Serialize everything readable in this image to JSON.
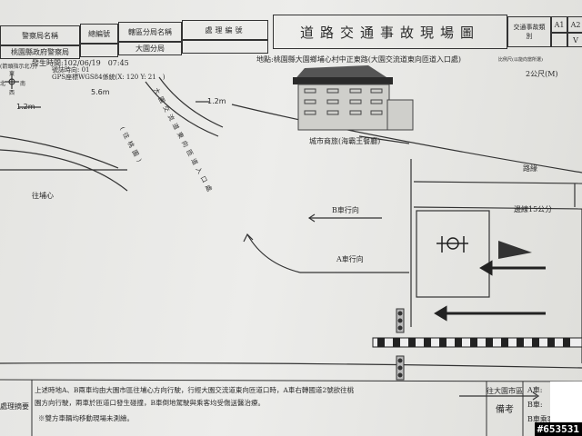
{
  "header": {
    "col_police": "警察局名稱",
    "col_serial": "總編號",
    "col_precinct": "轄區分局名稱",
    "col_case": "處理編號",
    "police_value": "桃園縣政府警察局",
    "precinct_value": "大園分局",
    "title": "道路交通事故現場圖",
    "category_label": "交通事故類別",
    "a1": "A1",
    "a2": "A2",
    "a2_mark": "V"
  },
  "info": {
    "direction_note": "(箭頭指示北方)",
    "time": "發生時間:102/06/19　07:45",
    "signal": "號誌時向: 01",
    "gps": "GPS座標WGS84係統(X: 120 Y: 21　)",
    "location": "地點:桃園縣大園鄉埔心村中正東路(大園交流道東向匝道入口處)",
    "scale_note": "比例尺(以能向當所選)",
    "scale": "2公尺(M)"
  },
  "compass": {
    "n": "東",
    "s": "西",
    "w": "北",
    "e": "南"
  },
  "diagram": {
    "dim_left": "1.2m",
    "dim_mid": "5.6m",
    "dim_right": "1.2m",
    "ramp_label": "大園交流道東向匝道入口處",
    "ramp_sub": "(往桃園)",
    "building_label": "城市商旅(海霸王餐廳)",
    "to_puxin": "往埔心",
    "b_direction": "B車行向",
    "a_direction": "A車行向",
    "curb": "路緣",
    "edge_line": "邊線15公分",
    "to_dayuan": "往大園市區"
  },
  "summary": {
    "label": "處理摘要",
    "line1": "上述時地A、B兩車均由大園市區往埔心方向行駛，行經大園交流道東向匝道口時，A車右轉國道2號欲往桃",
    "line2": "園方向行駛，兩車於匝道口發生碰撞，B車倒地駕駛與乘客均受傷送醫治療。",
    "line3": "※雙方車輛均移動現場未測繪。",
    "remarks_label": "備考",
    "remark_a": "A車:",
    "remark_b": "B車:",
    "remark_c": "B車乘客"
  },
  "watermark": "#653531"
}
